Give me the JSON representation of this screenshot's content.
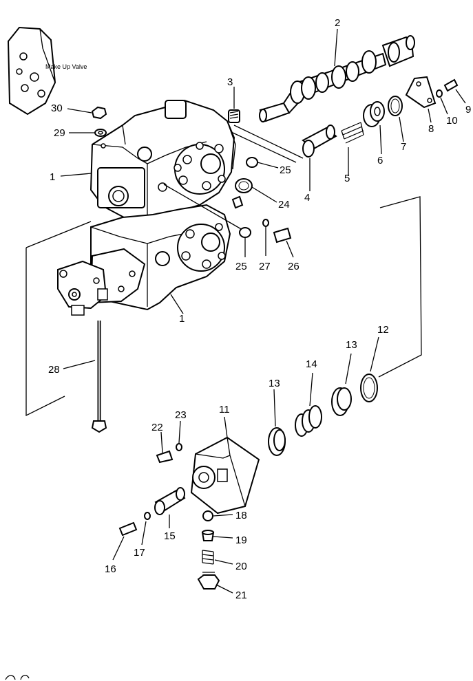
{
  "callout": {
    "make_up_valve": "Make Up Valve"
  },
  "labels": {
    "l1a": "1",
    "l1b": "1",
    "l2": "2",
    "l3": "3",
    "l4": "4",
    "l5": "5",
    "l6": "6",
    "l7": "7",
    "l8": "8",
    "l9": "9",
    "l10": "10",
    "l11": "11",
    "l12": "12",
    "l13a": "13",
    "l13b": "13",
    "l14": "14",
    "l15": "15",
    "l16": "16",
    "l17": "17",
    "l18": "18",
    "l19": "19",
    "l20": "20",
    "l21": "21",
    "l22": "22",
    "l23": "23",
    "l24": "24",
    "l25a": "25",
    "l25b": "25",
    "l26": "26",
    "l27": "27",
    "l28": "28",
    "l29": "29",
    "l30": "30"
  }
}
